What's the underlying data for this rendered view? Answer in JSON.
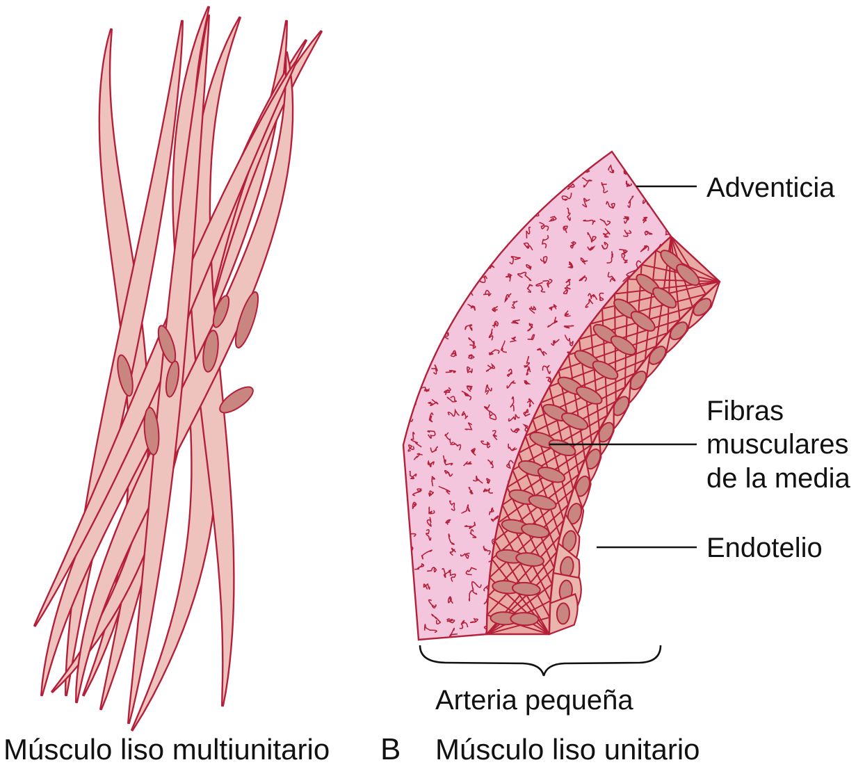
{
  "colors": {
    "outline": "#b41f3a",
    "fiber_fill": "#efc3bd",
    "nucleus_fill": "#c9857f",
    "adventitia_fill": "#f3c6dd",
    "media_fill": "#e8aaa2",
    "endothelium_fill": "#eab5ad",
    "text": "#111111"
  },
  "panel_a": {
    "caption": "Músculo liso multiunitario"
  },
  "panel_b": {
    "letter": "B",
    "caption": "Músculo liso unitario",
    "bracket_label": "Arteria pequeña",
    "labels": {
      "adventicia": "Adventicia",
      "fibras_line1": "Fibras",
      "fibras_line2": "musculares",
      "fibras_line3": "de la media",
      "endotelio": "Endotelio"
    }
  }
}
